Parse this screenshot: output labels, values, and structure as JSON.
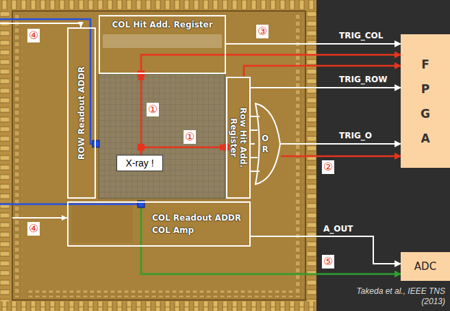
{
  "diagram": {
    "nodes": [
      {
        "text": [
          "COL Hit Add. Register"
        ]
      },
      {
        "text": [
          "Row Hit Add. Register"
        ]
      },
      {
        "text": [
          "ROW Readout ADDR"
        ]
      },
      {
        "text": [
          "COL Readout ADDR",
          "COL Amp"
        ]
      },
      {
        "text": [
          "OR"
        ]
      },
      {
        "text": [
          "FPGA"
        ]
      },
      {
        "text": [
          "ADC"
        ]
      },
      {
        "text": [
          "X-ray !"
        ]
      }
    ],
    "edges": [
      {
        "from": 7,
        "to": 0,
        "arrow": "to"
      },
      {
        "from": 7,
        "to": 1,
        "arrow": "to"
      },
      {
        "from": 0,
        "to": 5,
        "label": "TRIG_COL",
        "arrow": "to"
      },
      {
        "from": 0,
        "to": 5,
        "arrow": "to"
      },
      {
        "from": 1,
        "to": 5,
        "arrow": "to"
      },
      {
        "from": 1,
        "to": 5,
        "label": "TRIG_ROW",
        "arrow": "to"
      },
      {
        "from": 1,
        "to": 4,
        "arrow": "none"
      },
      {
        "from": 4,
        "to": 5,
        "label": "TRIG_O",
        "arrow": "to"
      },
      {
        "from": 4,
        "to": 5,
        "arrow": "to"
      },
      {
        "from": 3,
        "to": 6,
        "label": "A_OUT",
        "arrow": "to"
      },
      {
        "from": 3,
        "to": 6,
        "arrow": "to"
      }
    ],
    "labels": [
      "④",
      "③",
      "①",
      "①",
      "②",
      "④",
      "⑤",
      "Takeda et al., IEEE TNS (2013)"
    ]
  }
}
